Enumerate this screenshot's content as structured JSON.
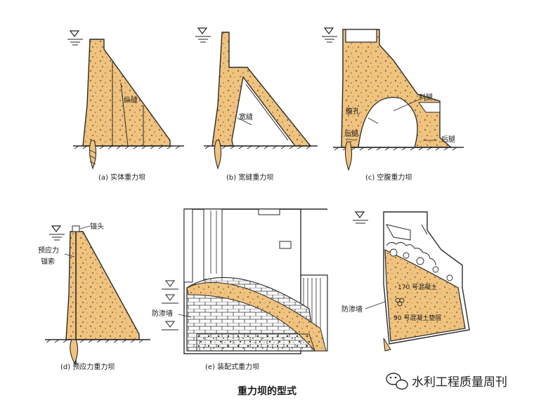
{
  "colors": {
    "concrete": "#f0c37e",
    "outline": "#2a2a2a",
    "ground": "#3a3a3a",
    "background": "#ffffff",
    "watermark_icon": "#2b2b2b"
  },
  "panels": {
    "a": {
      "caption": "(a) 实体重力坝",
      "labels": {
        "seam": "纵缝"
      }
    },
    "b": {
      "caption": "(b) 宽缝重力坝",
      "labels": {
        "gap": "宽缝"
      }
    },
    "c": {
      "caption": "(c) 空腹重力坝",
      "labels": {
        "inclined_leg": "斜腿",
        "cavity": "腹孔",
        "rear_leg_left": "后腿",
        "rear_leg_right": "后腿"
      }
    },
    "d": {
      "caption": "(d) 预应力重力坝",
      "labels": {
        "anchor_head": "锚头",
        "prestress": "预应力",
        "cable": "锚索"
      }
    },
    "e": {
      "caption": "(e) 装配式重力坝",
      "labels": {
        "cutoff_wall": "防渗墙"
      }
    },
    "f": {
      "labels": {
        "concrete_170": "170 号混凝土",
        "bedding_90": "90 号混凝土垫层",
        "cutoff_wall": "防渗墙"
      }
    }
  },
  "figure_title": "重力坝的型式",
  "watermark": {
    "icon": "wechat-icon",
    "text": "水利工程质量周刊"
  }
}
